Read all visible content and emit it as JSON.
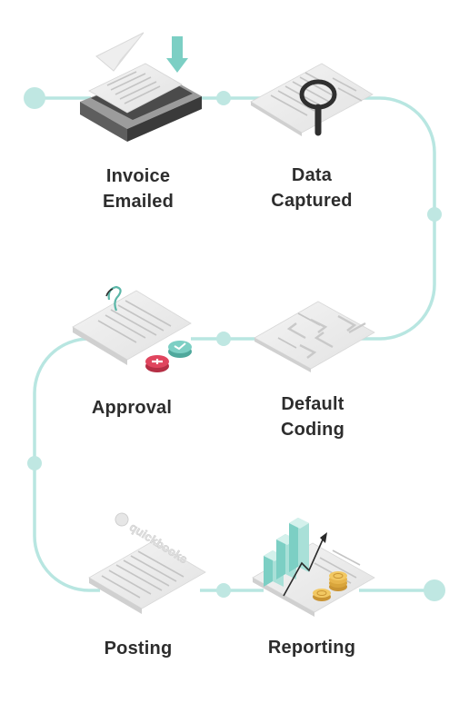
{
  "colors": {
    "path": "#b8e6e1",
    "node": "#bfe7e2",
    "teal": "#7ccfc4",
    "paper": "#ececec",
    "paper_line": "#c9c9c9",
    "text": "#2d2d2d",
    "red_badge": "#e0455e",
    "gold": "#e7b54c"
  },
  "steps": [
    {
      "line1": "Invoice",
      "line2": "Emailed",
      "icon": "printer-email-icon"
    },
    {
      "line1": "Data",
      "line2": "Captured",
      "icon": "magnifier-document-icon"
    },
    {
      "line1": "Approval",
      "line2": "",
      "icon": "approval-document-icon"
    },
    {
      "line1": "Default",
      "line2": "Coding",
      "icon": "coding-document-icon"
    },
    {
      "line1": "Posting",
      "line2": "",
      "icon": "quickbooks-document-icon"
    },
    {
      "line1": "Reporting",
      "line2": "",
      "icon": "bar-chart-coins-icon"
    }
  ],
  "quickbooks_text": "quickbooks"
}
